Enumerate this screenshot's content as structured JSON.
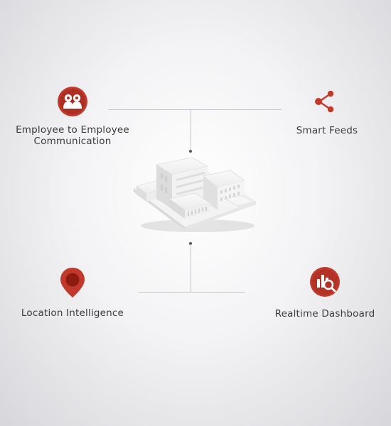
{
  "features": [
    {
      "id": "employee",
      "label_line1": "Employee to Employee",
      "label_line2": "Communication",
      "icon": "people-icon"
    },
    {
      "id": "smartfeeds",
      "label": "Smart Feeds",
      "icon": "share-icon"
    },
    {
      "id": "location",
      "label": "Location Intelligence",
      "icon": "map-pin-icon"
    },
    {
      "id": "dashboard",
      "label": "Realtime Dashboard",
      "icon": "chart-search-icon"
    }
  ],
  "colors": {
    "accent": "#c0392b",
    "accent_dark": "#8e1b12",
    "line": "#c4c4c8",
    "text": "#3a3a3a"
  }
}
